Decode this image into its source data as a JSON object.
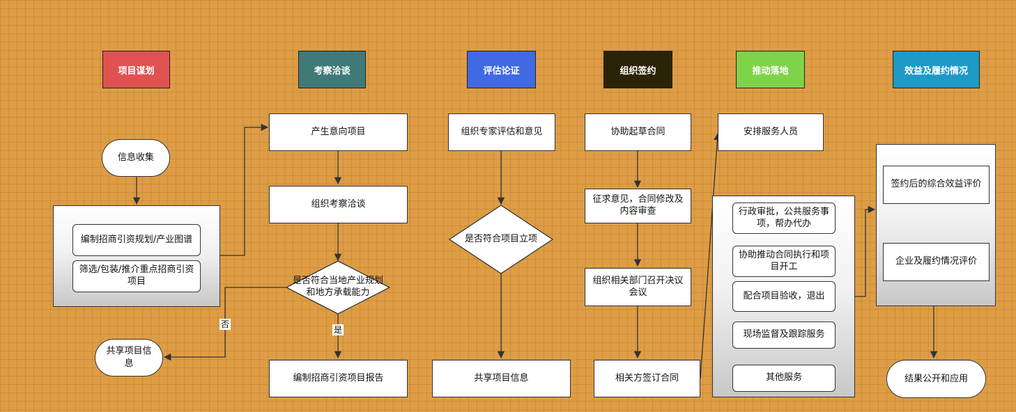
{
  "headers": {
    "h1": {
      "label": "项目谋划",
      "color": "#e05252"
    },
    "h2": {
      "label": "考察洽谈",
      "color": "#3f7a78"
    },
    "h3": {
      "label": "评估论证",
      "color": "#4169e1"
    },
    "h4": {
      "label": "组织签约",
      "color": "#2b2305"
    },
    "h5": {
      "label": "推动落地",
      "color": "#7ed348"
    },
    "h6": {
      "label": "效益及履约情况",
      "color": "#1f99c6"
    }
  },
  "col1": {
    "collect": "信息收集",
    "plan": "编制招商引资规划/产业图谱",
    "screen": "筛选/包装/推介重点招商引资项目",
    "share": "共享项目信息"
  },
  "col2": {
    "intent": "产生意向项目",
    "inspect": "组织考察洽谈",
    "decision": "是否符合当地产业规划和地方承载能力",
    "report": "编制招商引资项目报告",
    "yes": "是",
    "no": "否"
  },
  "col3": {
    "expert": "组织专家评估和意见",
    "decision": "是否符合项目立项",
    "share": "共享项目信息"
  },
  "col4": {
    "draft": "协助起草合同",
    "review": "征求意见，合同修改及内容审查",
    "meeting": "组织相关部门召开决议会议",
    "sign": "相关方签订合同"
  },
  "col5": {
    "staff": "安排服务人员",
    "items": [
      "行政审批，公共服务事项，帮办代办",
      "协助推动合同执行和项目开工",
      "配合项目验收，退出",
      "现场监督及跟踪服务",
      "其他服务"
    ]
  },
  "col6": {
    "eval": "签约后的综合效益评价",
    "perf": "企业及履约情况评价",
    "result": "结果公开和应用"
  }
}
